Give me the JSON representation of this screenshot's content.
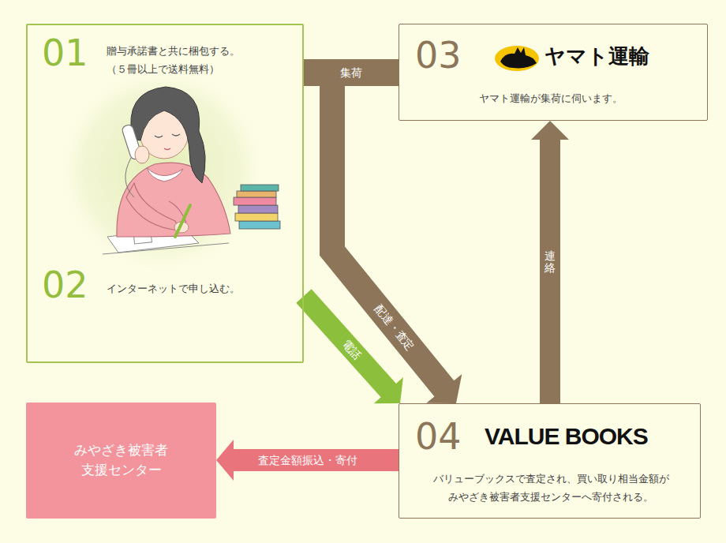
{
  "diagram": {
    "nodes": [
      {
        "text": [
          "01",
          "贈与承諾書と共に梱包する。 （５冊以上で送料無料）",
          "02",
          "インターネットで申し込む。"
        ]
      },
      {
        "text": [
          "03",
          "ヤマト運輸",
          "ヤマト運輸が集荷に伺います。"
        ]
      },
      {
        "text": [
          "04",
          "VALUE BOOKS",
          "バリューブックスで査定され、買い取り相当金額が みやざき被害者支援センターへ寄付される。"
        ]
      },
      {
        "text": [
          "みやざき被害者 支援センター"
        ]
      }
    ],
    "edges": [
      {
        "from": 0,
        "to": 1,
        "label": "集荷",
        "arrow": "none"
      },
      {
        "from": 1,
        "to": 2,
        "label": "配達・査定",
        "arrow": "to"
      },
      {
        "from": 0,
        "to": 2,
        "label": "電話",
        "arrow": "to"
      },
      {
        "from": 2,
        "to": 1,
        "label": "連絡",
        "arrow": "to"
      },
      {
        "from": 2,
        "to": 3,
        "label": "査定金額振込・寄付",
        "arrow": "to"
      }
    ]
  }
}
